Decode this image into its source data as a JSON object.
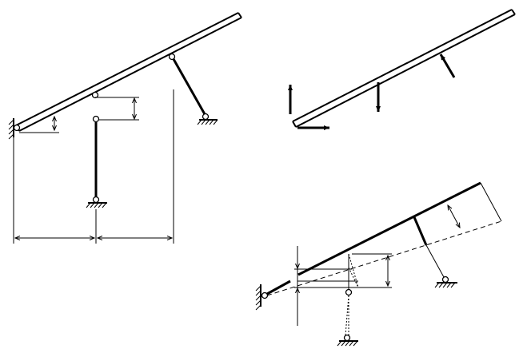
{
  "figure": {
    "panels": [
      "beam-structure",
      "beam-loads",
      "beam-deformation"
    ]
  }
}
